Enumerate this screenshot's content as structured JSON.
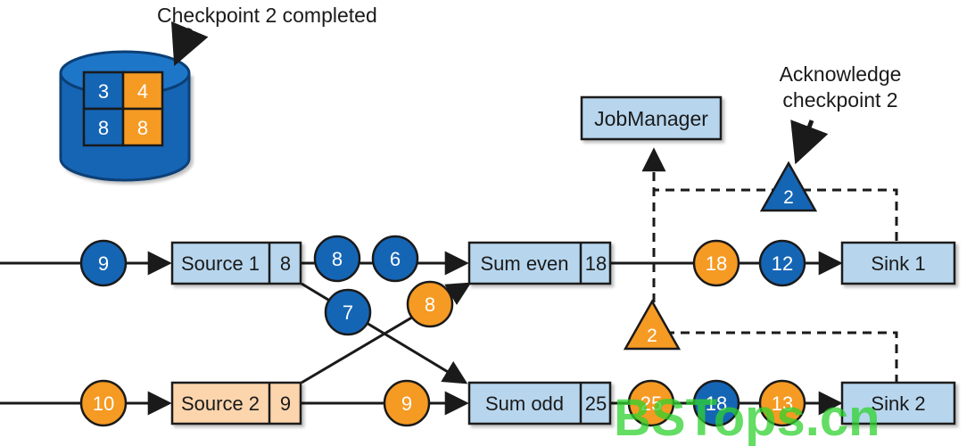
{
  "colors": {
    "blue": "#1565b5",
    "orange": "#f59a23",
    "box_blue": "#b7d6ee",
    "box_peach": "#fcd5ad",
    "stroke": "#1a1a1a",
    "watermark": "#2fd12f"
  },
  "storage": {
    "label": "Checkpoint 2 completed",
    "cells": [
      "3",
      "4",
      "8",
      "8"
    ]
  },
  "job_manager": {
    "label": "JobManager"
  },
  "ack": {
    "label_line1": "Acknowledge",
    "label_line2": "checkpoint 2"
  },
  "operators": {
    "source1": {
      "name": "Source 1",
      "state": "8"
    },
    "source2": {
      "name": "Source 2",
      "state": "9"
    },
    "sum_even": {
      "name": "Sum even",
      "state": "18"
    },
    "sum_odd": {
      "name": "Sum odd",
      "state": "25"
    },
    "sink1": {
      "name": "Sink 1"
    },
    "sink2": {
      "name": "Sink 2"
    }
  },
  "records": {
    "in1": "9",
    "in2": "10",
    "s1_a": "8",
    "s1_b": "6",
    "s1_c": "7",
    "s2_a": "8",
    "s2_b": "9",
    "even_a": "18",
    "even_b": "12",
    "odd_a": "25",
    "odd_b": "18",
    "odd_c": "13"
  },
  "barriers": {
    "sink_ack": "2",
    "pending": "2"
  },
  "watermark": {
    "text": "BSTops.cn"
  }
}
